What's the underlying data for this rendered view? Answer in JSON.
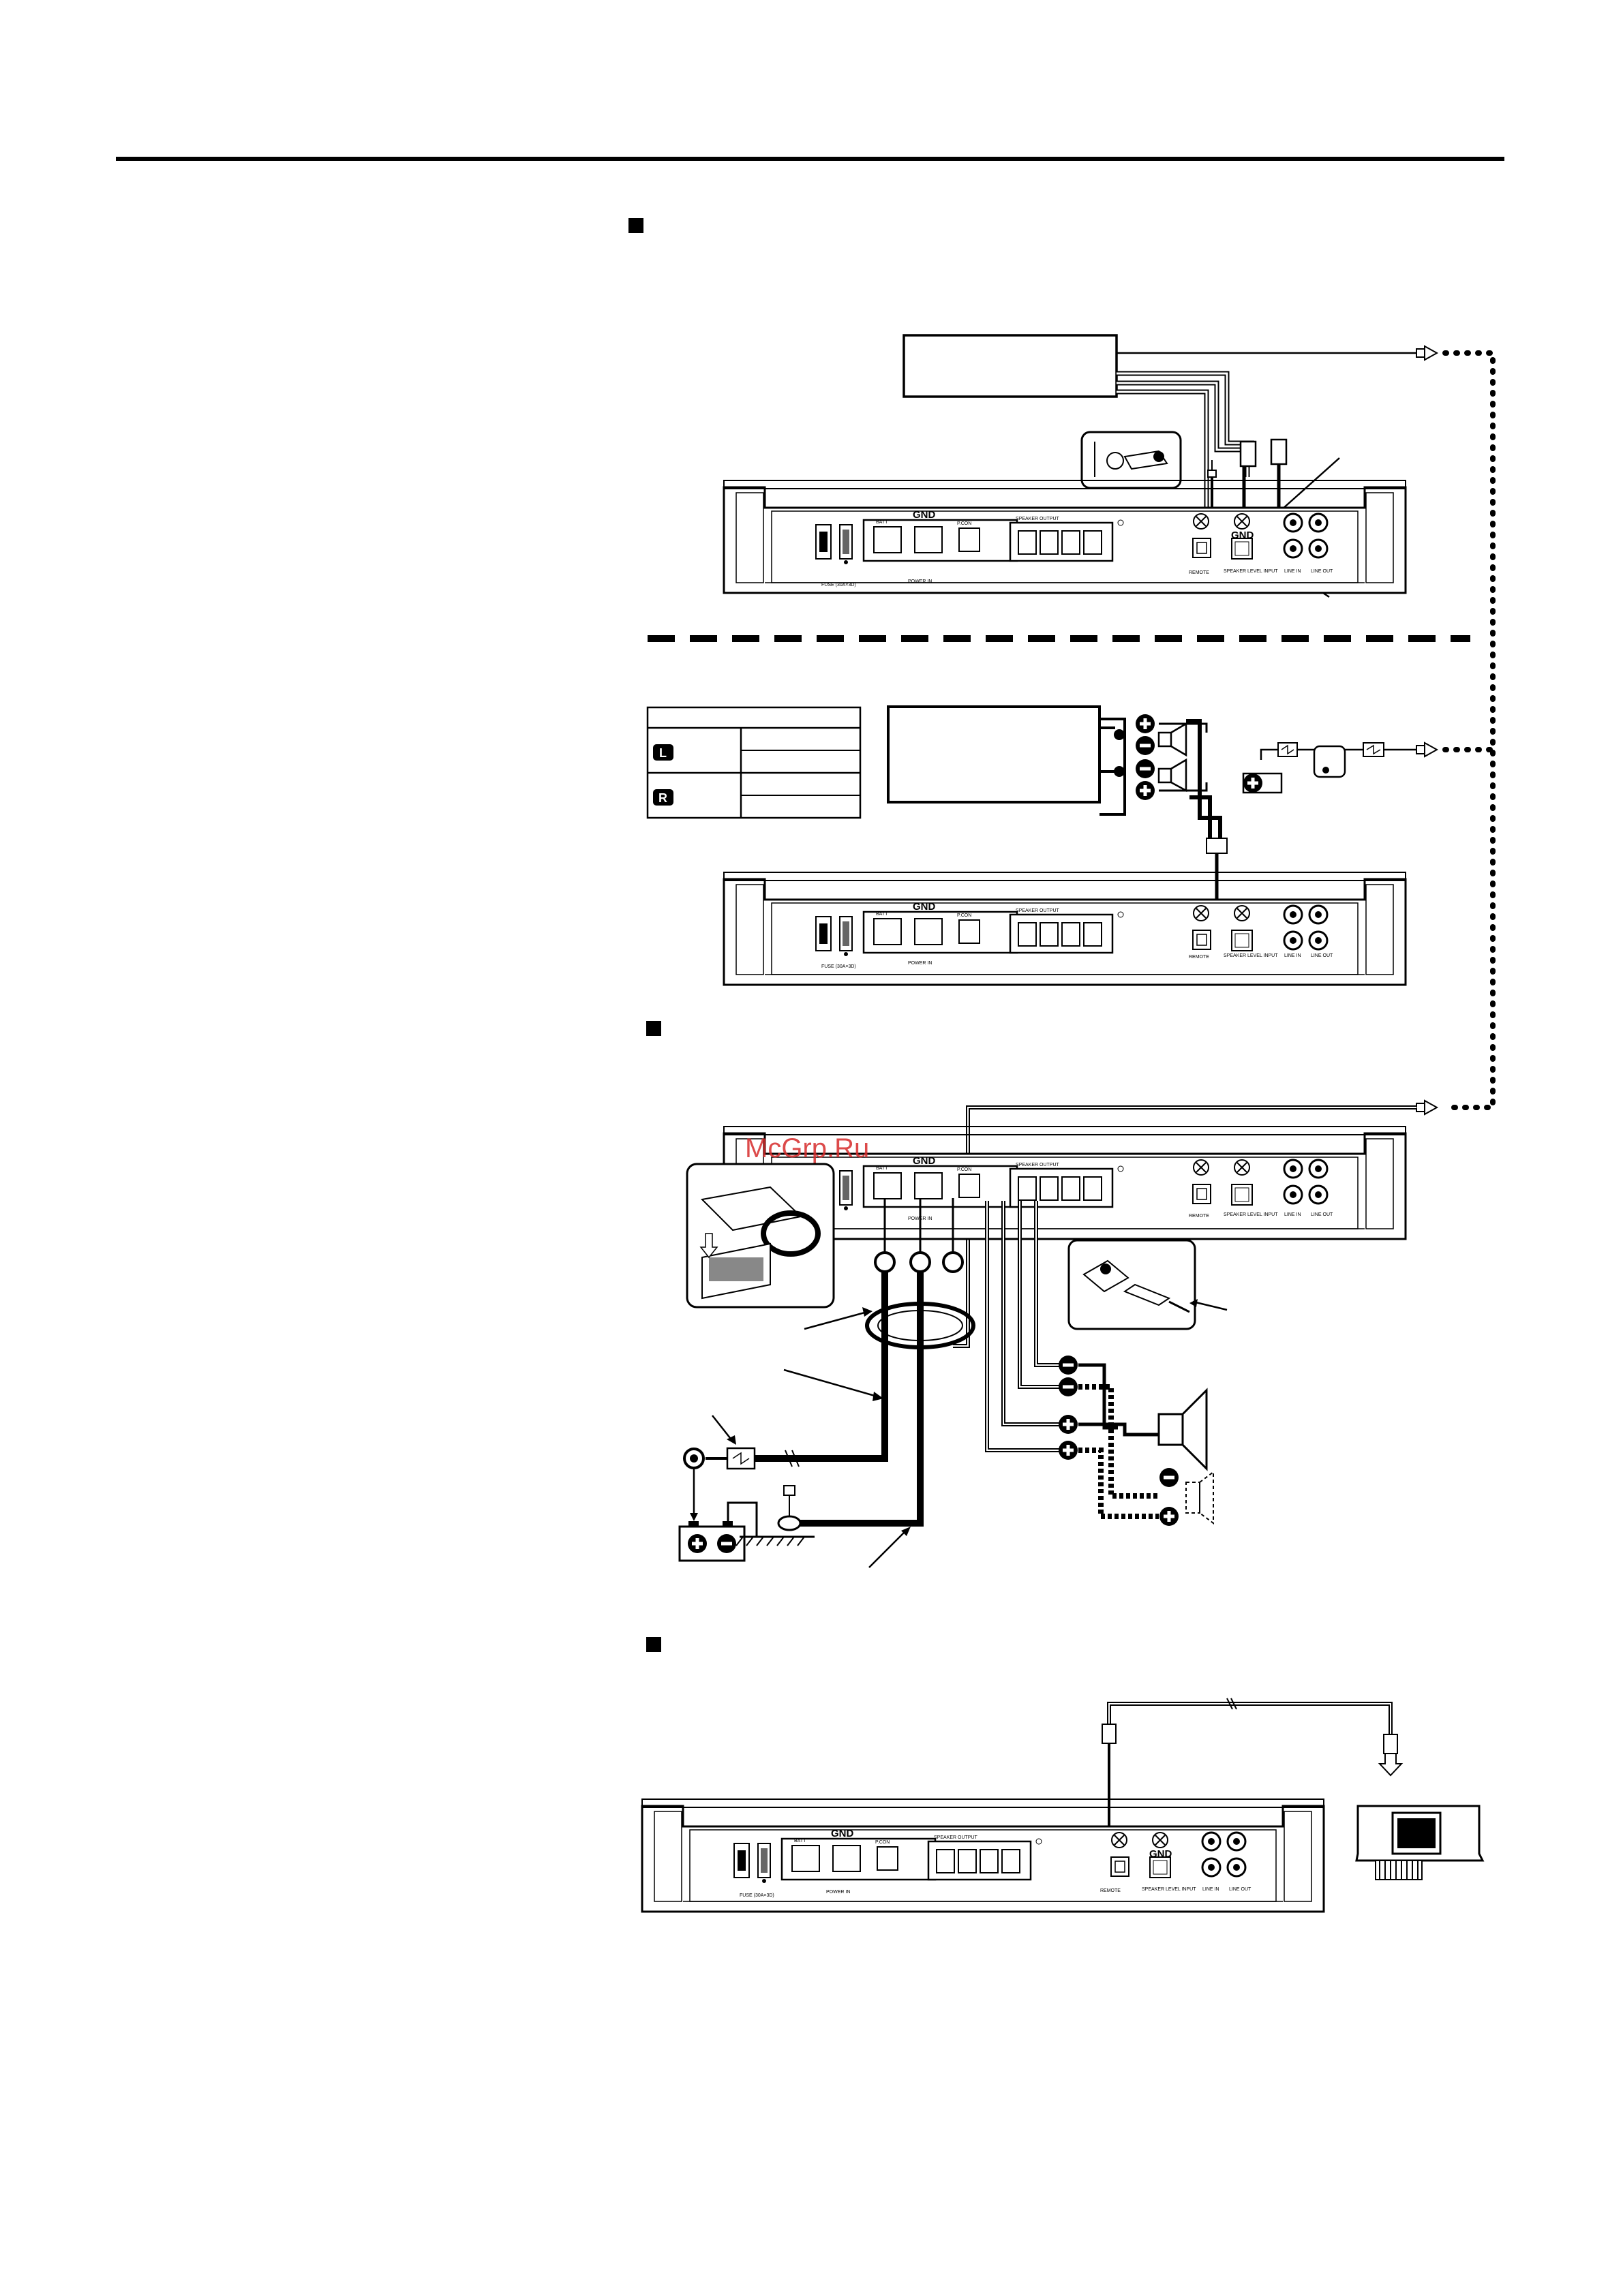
{
  "amp_labels": {
    "gnd": "GND",
    "batt": "BATT",
    "pcon": "P.CON",
    "speaker_output": "SPEAKER OUTPUT",
    "power_in": "POWER IN",
    "fuse": "FUSE (30A×3D)",
    "remote": "REMOTE",
    "speaker_level_input": "SPEAKER LEVEL INPUT",
    "line_in": "LINE IN",
    "line_out": "LINE OUT"
  },
  "channel_table": {
    "left_badge": "L",
    "right_badge": "R"
  },
  "watermark": "McGrp.Ru",
  "colors": {
    "ink": "#000000",
    "watermark": "#d62b2b",
    "paper": "#ffffff"
  }
}
